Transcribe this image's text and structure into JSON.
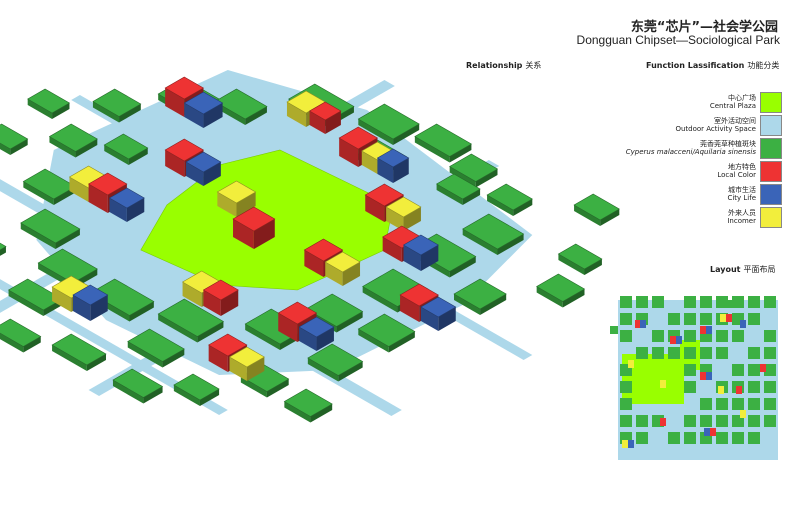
{
  "title": {
    "cn": "东莞“芯片”—社会学公园",
    "en": "Dongguan Chipset—Sociological Park"
  },
  "sections": {
    "relationship": {
      "en": "Relationship",
      "cn": "关系"
    },
    "function": {
      "en": "Function Lassification",
      "cn": "功能分类"
    },
    "layout": {
      "en": "Layout",
      "cn": "平面布局"
    }
  },
  "legend": [
    {
      "cn": "中心广场",
      "en": "Central Plaza",
      "color": "#99ff00",
      "italic": false
    },
    {
      "cn": "室外活动空间",
      "en": "Outdoor Activity Space",
      "color": "#add8ea",
      "italic": false
    },
    {
      "cn": "莞香莞草种植斑块",
      "en": "Cyperus malacceni/Aquilaria sinensis",
      "color": "#3cb043",
      "italic": true
    },
    {
      "cn": "地方特色",
      "en": "Local Color",
      "color": "#ee3333",
      "italic": false
    },
    {
      "cn": "城市生活",
      "en": "City Life",
      "color": "#3a64b8",
      "italic": false
    },
    {
      "cn": "外来人员",
      "en": "Incomer",
      "color": "#f2ee3c",
      "italic": false
    }
  ],
  "colors": {
    "plaza": "#99ff00",
    "outdoor": "#add8ea",
    "green": "#3cb043",
    "red": "#ee3333",
    "blue": "#3a64b8",
    "yellow": "#f2ee3c",
    "frame": "#888888"
  }
}
